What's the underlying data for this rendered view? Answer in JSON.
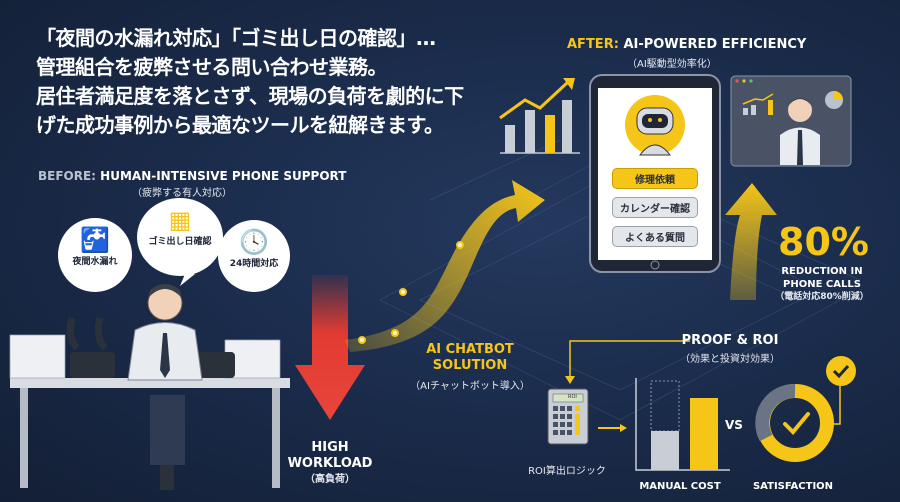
{
  "headline": [
    "「夜間の水漏れ対応」「ゴミ出し日の確認」…",
    "管理組合を疲弊させる問い合わせ業務。",
    "居住者満足度を落とさず、現場の負荷を劇的に下",
    "げた成功事例から最適なツールを紐解きます。"
  ],
  "before": {
    "prefix": "BEFORE:",
    "title": "HUMAN-INTENSIVE PHONE SUPPORT",
    "subtitle": "（疲弊する有人対応）",
    "bubbles": [
      {
        "label": "夜間水漏れ",
        "icon": "faucet-icon"
      },
      {
        "label": "ゴミ出し日確認",
        "icon": "calendar-icon"
      },
      {
        "label": "24時間対応",
        "icon": "clock-icon"
      }
    ]
  },
  "workload": {
    "line1": "HIGH",
    "line2": "WORKLOAD",
    "subtitle": "（高負荷）"
  },
  "solution": {
    "line1": "AI CHATBOT",
    "line2": "SOLUTION",
    "subtitle": "（AIチャットボット導入）"
  },
  "after": {
    "prefix": "AFTER:",
    "title": "AI-POWERED EFFICIENCY",
    "subtitle": "（AI駆動型効率化）"
  },
  "tablet": {
    "buttons": [
      "修理依頼",
      "カレンダー確認",
      "よくある質問"
    ]
  },
  "stat": {
    "value": "80%",
    "line1": "REDUCTION IN",
    "line2": "PHONE CALLS",
    "subtitle": "（電話対応80%削減）"
  },
  "proof": {
    "title": "PROOF & ROI",
    "subtitle": "（効果と投資対効果）",
    "calc_screen": "ROI",
    "calc_label": "ROI算出ロジック",
    "cost_label": "MANUAL COST",
    "vs": "VS",
    "satisfaction_label": "SATISFACTION"
  },
  "colors": {
    "accent": "#f5c518",
    "alert": "#e23b32",
    "background": "#1a2b4a"
  }
}
